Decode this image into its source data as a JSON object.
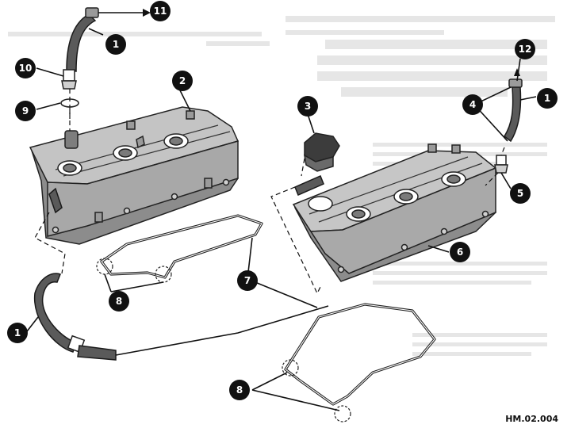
{
  "figure": {
    "code": "HM.02.004"
  },
  "callouts": [
    {
      "id": "c1-top",
      "label": "1"
    },
    {
      "id": "c11",
      "label": "11"
    },
    {
      "id": "c10",
      "label": "10"
    },
    {
      "id": "c9",
      "label": "9"
    },
    {
      "id": "c2",
      "label": "2"
    },
    {
      "id": "c3",
      "label": "3"
    },
    {
      "id": "c12",
      "label": "12"
    },
    {
      "id": "c4",
      "label": "4"
    },
    {
      "id": "c1-right",
      "label": "1"
    },
    {
      "id": "c5",
      "label": "5"
    },
    {
      "id": "c6",
      "label": "6"
    },
    {
      "id": "c7",
      "label": "7"
    },
    {
      "id": "c8-mid",
      "label": "8"
    },
    {
      "id": "c1-left",
      "label": "1"
    },
    {
      "id": "c8-bottom",
      "label": "8"
    }
  ],
  "palette": {
    "ink": "#111111",
    "cover_fill": "#b9b9b9",
    "cover_shadow": "#8c8c8c",
    "hose_fill": "#5a5a5a"
  }
}
